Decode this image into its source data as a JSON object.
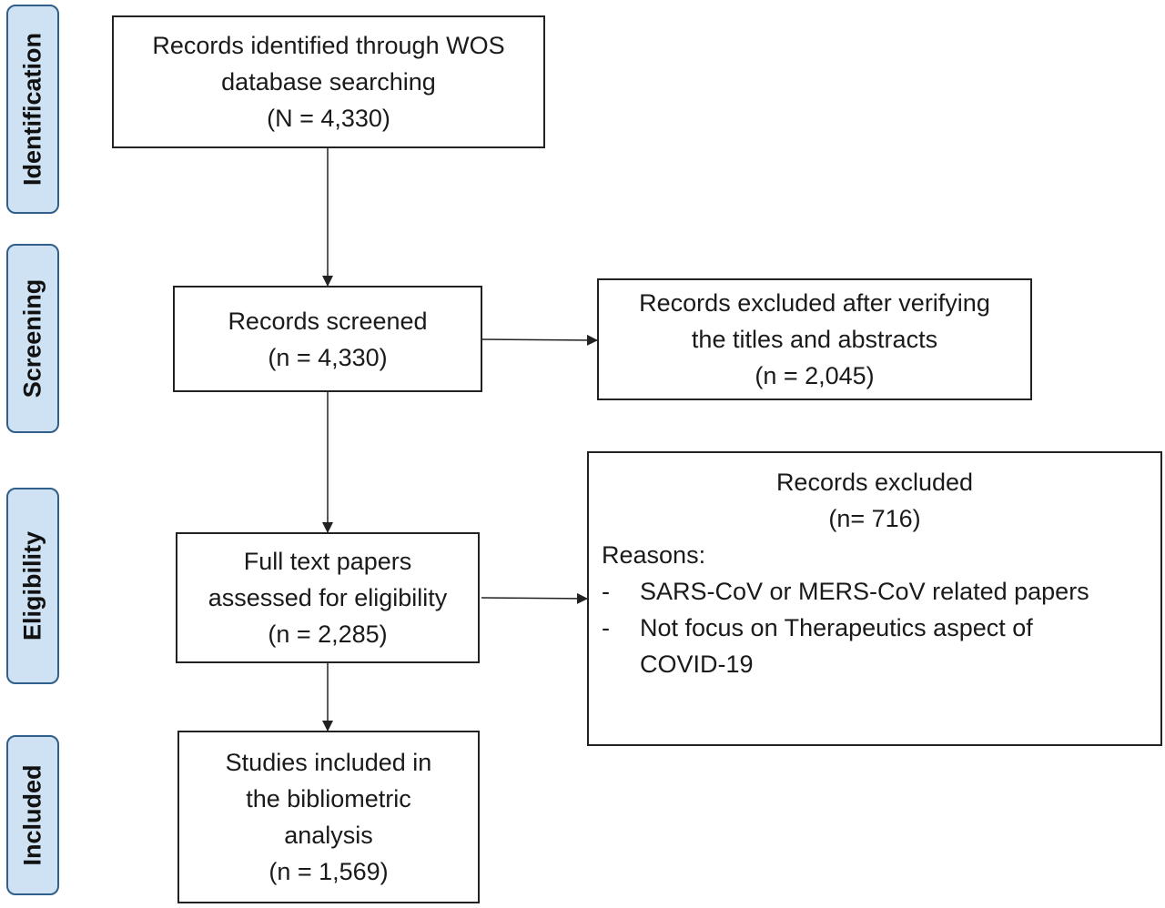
{
  "stages": {
    "identification": "Identification",
    "screening": "Screening",
    "eligibility": "Eligibility",
    "included": "Included"
  },
  "boxes": {
    "identified": {
      "lines": [
        "Records identified through WOS",
        "database searching",
        "(N = 4,330)"
      ]
    },
    "screened": {
      "lines": [
        "Records screened",
        "(n = 4,330)"
      ]
    },
    "excluded_titles": {
      "lines": [
        "Records excluded after verifying",
        "the titles and abstracts",
        "(n = 2,045)"
      ]
    },
    "fulltext": {
      "lines": [
        "Full text papers",
        "assessed for eligibility",
        "(n = 2,285)"
      ]
    },
    "excluded_fulltext": {
      "title": "Records excluded",
      "count": "(n= 716)",
      "reasons_label": "Reasons:",
      "reasons": [
        {
          "dash": "-",
          "text": "SARS-CoV or MERS-CoV related papers"
        },
        {
          "dash": "-",
          "text": "Not focus on Therapeutics aspect of COVID-19"
        }
      ]
    },
    "included": {
      "lines": [
        "Studies included in",
        "the bibliometric",
        "analysis",
        "(n = 1,569)"
      ]
    }
  },
  "colors": {
    "stage_fill": "#cfe2f3",
    "stage_border": "#2f5f8a",
    "line": "#222222"
  }
}
